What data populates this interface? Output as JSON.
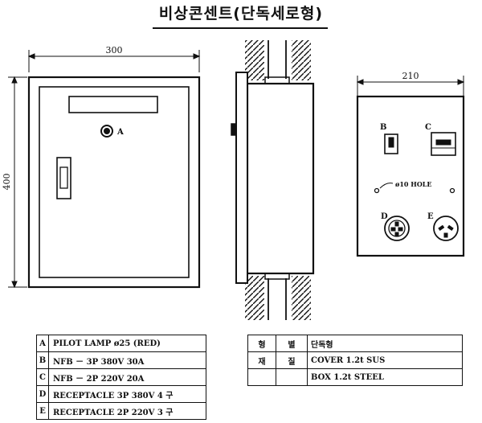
{
  "title": "비상콘센트(단독세로형)",
  "dimensions": {
    "front_width": "300",
    "front_height": "400",
    "panel_width": "210"
  },
  "labels": {
    "lamp_marker": "A",
    "nfb_3p_marker": "B",
    "nfb_2p_marker": "C",
    "receptacle_3p_marker": "D",
    "receptacle_2p_marker": "E",
    "hole_label": "ø10 HOLE"
  },
  "parts_list": [
    {
      "key": "A",
      "text": "PILOT LAMP ø25 (RED)"
    },
    {
      "key": "B",
      "text": "NFB － 3P 380V 30A"
    },
    {
      "key": "C",
      "text": "NFB － 2P 220V 20A"
    },
    {
      "key": "D",
      "text": "RECEPTACLE 3P 380V 4 구"
    },
    {
      "key": "E",
      "text": "RECEPTACLE 2P 220V 3 구"
    }
  ],
  "spec_table": {
    "header": [
      "형",
      "별",
      "단독형"
    ],
    "row1": [
      "재",
      "질",
      "COVER 1.2t SUS"
    ],
    "row2": [
      "",
      "",
      "BOX 1.2t STEEL"
    ]
  }
}
